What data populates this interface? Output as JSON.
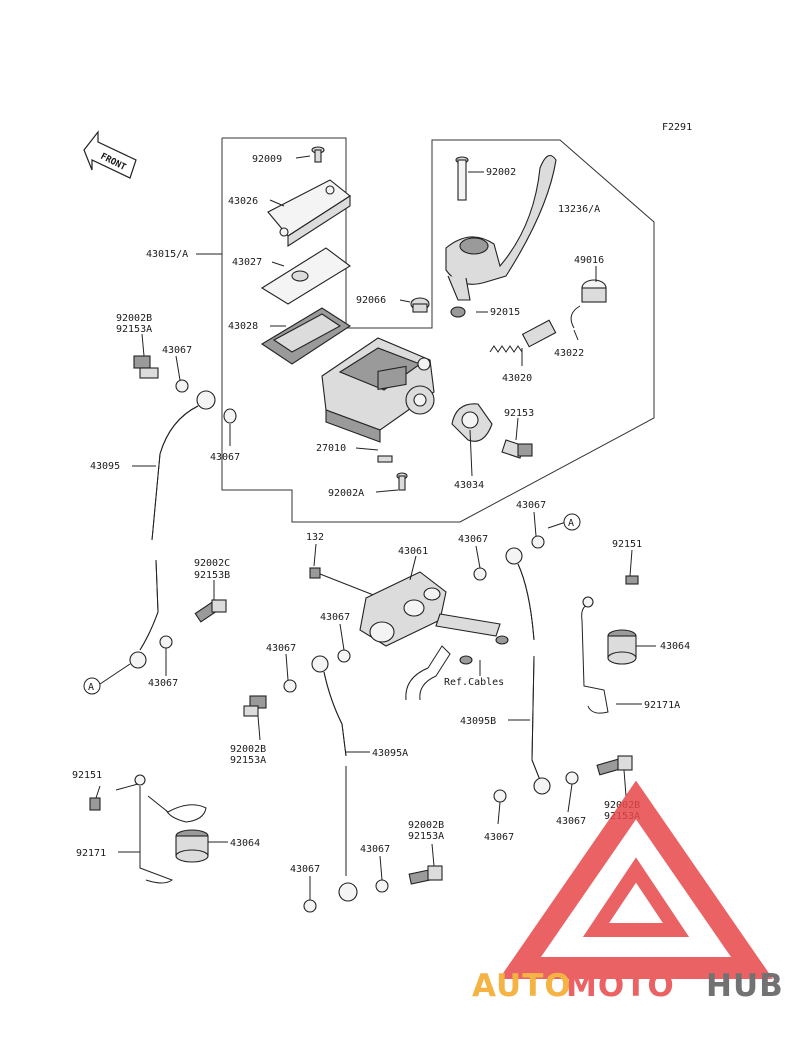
{
  "figure_code": "F2291",
  "front_arrow_label": "FRONT",
  "ref_circle_letter": "A",
  "ref_note": "Ref.Cables",
  "parts": {
    "p92009": "92009",
    "p43026": "43026",
    "p43015a": "43015/A",
    "p43027": "43027",
    "p92066": "92066",
    "p43028": "43028",
    "p92002_top": "92002",
    "p13236a": "13236/A",
    "p49016": "49016",
    "p92015": "92015",
    "p43022": "43022",
    "p43020": "43020",
    "p92153_mid": "92153",
    "p27010": "27010",
    "p43034": "43034",
    "p92002a": "92002A",
    "p92002b_l1": "92002B",
    "p92153a_l1": "92153A",
    "p43067_1": "43067",
    "p43067_2": "43067",
    "p43095": "43095",
    "p92002c": "92002C",
    "p92153b": "92153B",
    "p43067_3": "43067",
    "p132": "132",
    "p43061": "43061",
    "p43067_4": "43067",
    "p43067_5": "43067",
    "p43067_6": "43067",
    "p92151_r": "92151",
    "p43064_r": "43064",
    "p92171a": "92171A",
    "p43095b": "43095B",
    "p43067_7": "43067",
    "p92002b_l2": "92002B",
    "p92153a_l2": "92153A",
    "p43095a": "43095A",
    "p92151_l": "92151",
    "p43064_l": "43064",
    "p92171": "92171",
    "p92002b_l3": "92002B",
    "p92153a_l3": "92153A",
    "p43067_8": "43067",
    "p43067_9": "43067",
    "p43067_10": "43067",
    "p92002b_l4": "92002B",
    "p92153a_l4": "92153A"
  },
  "watermark": {
    "part1": "AUTO",
    "part2": "MOTO",
    "part3": "HUB",
    "color_orange": "#f4a623",
    "color_red": "#e8474a",
    "color_gray": "#5a5a5a"
  }
}
